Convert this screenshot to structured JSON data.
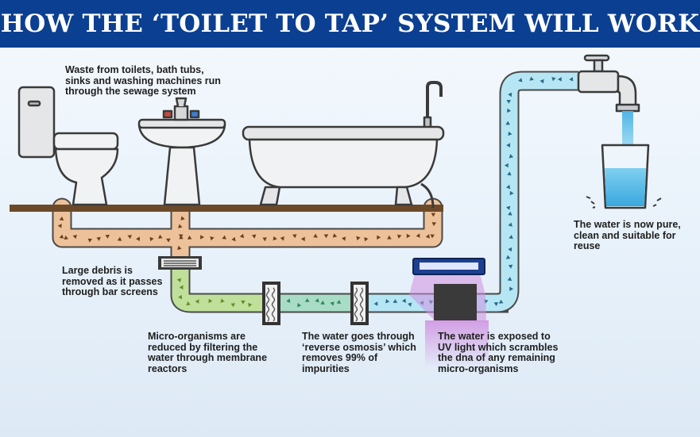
{
  "header": {
    "title": "HOW THE ‘TOILET TO TAP’ SYSTEM WILL WORK",
    "color": "#0b3f91"
  },
  "captions": {
    "waste": "Waste from toilets, bath tubs,\nsinks and washing machines run\nthrough the sewage system",
    "debris": "Large debris is\nremoved as it passes\nthrough bar screens",
    "micro": "Micro-organisms are\nreduced by filtering the\nwater through membrane\nreactors",
    "osmosis": "The water goes through\n‘reverse osmosis’ which\nremoves 99% of\nimpurities",
    "uv": "The water is exposed to\nUV light which scrambles\nthe dna of any remaining\nmicro-organisms",
    "pure": "The water is now pure,\nclean and suitable for\nreuse"
  },
  "colors": {
    "sewage": "#edc29a",
    "membrane": "#bfe09a",
    "filtered": "#a9dcc7",
    "clean": "#b6e6f3",
    "floor": "#6b4a2a",
    "uv_light": "#cf8fe0"
  },
  "icons": [
    "toilet-icon",
    "sink-icon",
    "bathtub-icon",
    "bar-screen-icon",
    "membrane-filter-icon",
    "reverse-osmosis-filter-icon",
    "uv-lamp-icon",
    "tap-icon",
    "glass-icon"
  ]
}
